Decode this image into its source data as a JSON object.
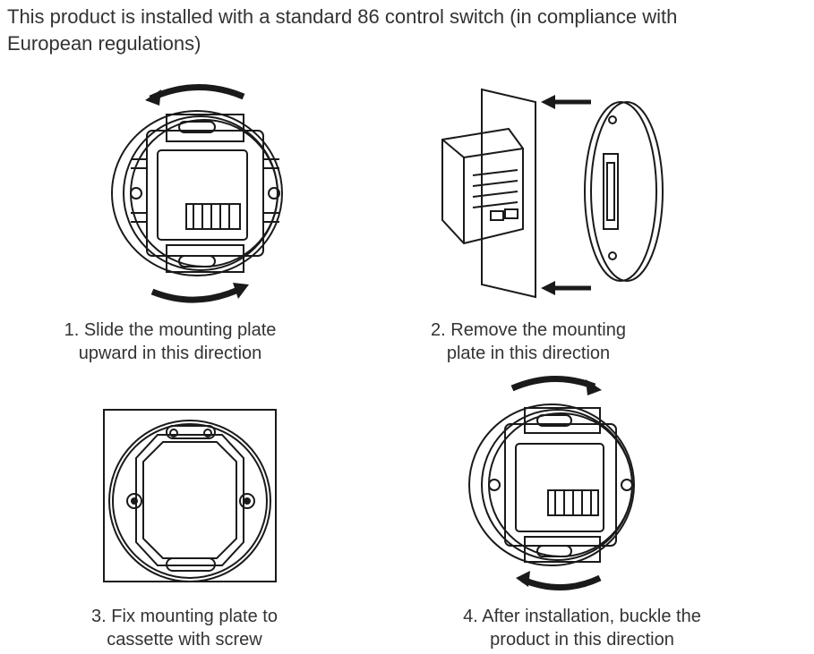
{
  "intro": {
    "line1": "This product is installed with a standard 86 control switch (in compliance with",
    "line2": "European regulations)"
  },
  "steps": [
    {
      "line1": "1. Slide the mounting plate",
      "line2": "upward in this direction"
    },
    {
      "line1": "2. Remove the mounting",
      "line2": "plate in this direction"
    },
    {
      "line1": "3. Fix mounting plate to",
      "line2": "cassette with screw"
    },
    {
      "line1": "4. After installation, buckle the",
      "line2": "product in this direction"
    }
  ],
  "colors": {
    "ink": "#1a1a1a",
    "text": "#333333",
    "background": "#ffffff"
  },
  "icons": [
    "rotate-arrow-icon",
    "left-arrow-icon"
  ]
}
